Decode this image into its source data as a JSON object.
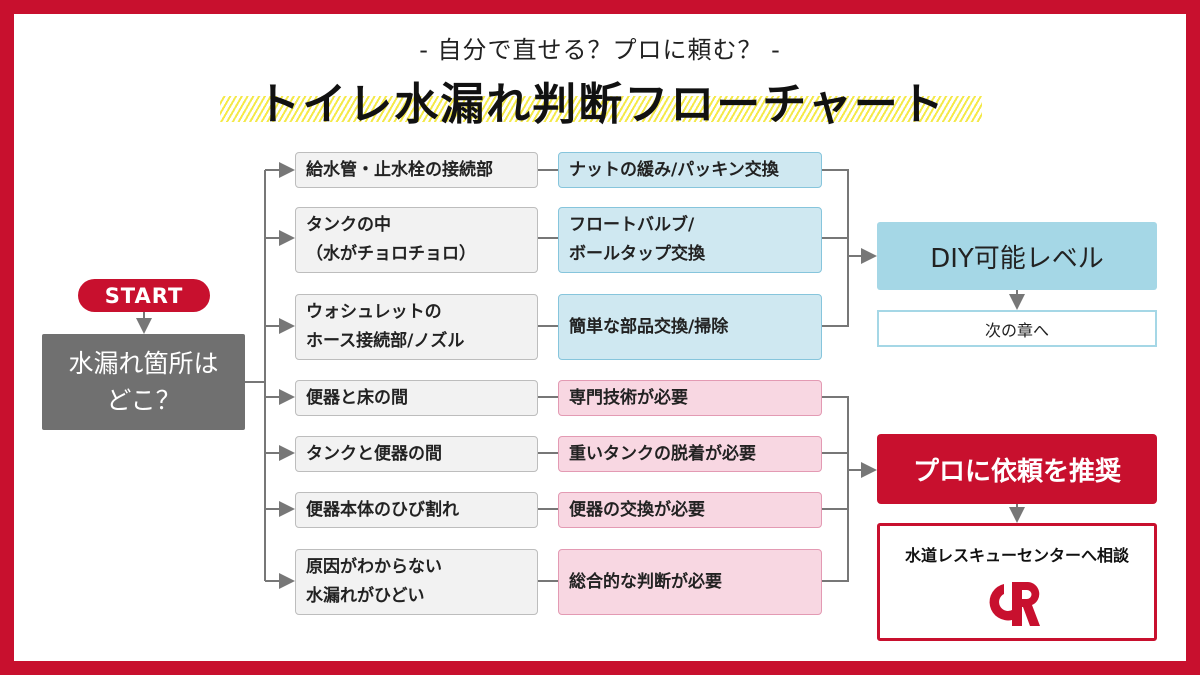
{
  "subtitle": "- 自分で直せる？プロに頼む？ -",
  "title": "トイレ水漏れ判断フローチャート",
  "start": "START",
  "question": "水漏れ箇所は\nどこ？",
  "rows": [
    {
      "place": "給水管・止水栓の接続部",
      "action": "ナットの緩み/パッキン交換",
      "type": "diy"
    },
    {
      "place": "タンクの中\n（水がチョロチョロ）",
      "action": "フロートバルブ/\nボールタップ交換",
      "type": "diy"
    },
    {
      "place": "ウォシュレットの\nホース接続部/ノズル",
      "action": "簡単な部品交換/掃除",
      "type": "diy"
    },
    {
      "place": "便器と床の間",
      "action": "専門技術が必要",
      "type": "pro"
    },
    {
      "place": "タンクと便器の間",
      "action": "重いタンクの脱着が必要",
      "type": "pro"
    },
    {
      "place": "便器本体のひび割れ",
      "action": "便器の交換が必要",
      "type": "pro"
    },
    {
      "place": "原因がわからない\n水漏れがひどい",
      "action": "総合的な判断が必要",
      "type": "pro"
    }
  ],
  "diy_result": "DIY可能レベル",
  "diy_next": "次の章へ",
  "pro_result": "プロに依頼を推奨",
  "pro_next": "水道レスキューセンターへ相談",
  "logo_text": "R",
  "colors": {
    "red": "#c8102e",
    "blue": "#a5d7e6",
    "gray": "#707070"
  }
}
